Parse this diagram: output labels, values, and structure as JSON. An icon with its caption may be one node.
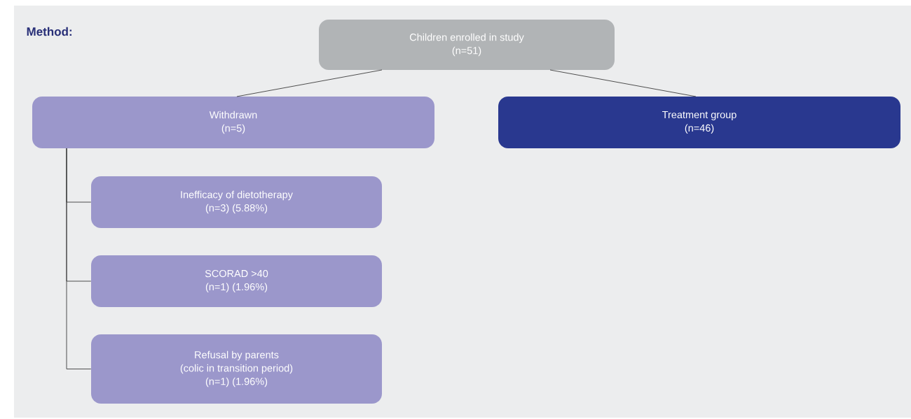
{
  "diagram": {
    "title": "Method:",
    "nodes": [
      {
        "text": [
          "Children enrolled in study",
          "(n=51)"
        ]
      },
      {
        "text": [
          "Withdrawn",
          "(n=5)"
        ]
      },
      {
        "text": [
          "Treatment group",
          "(n=46)"
        ]
      },
      {
        "text": [
          "Inefficacy of dietotherapy",
          "(n=3) (5.88%)"
        ]
      },
      {
        "text": [
          "SCORAD >40",
          "(n=1) (1.96%)"
        ]
      },
      {
        "text": [
          "Refusal by parents",
          "(colic in transition period)",
          "(n=1) (1.96%)"
        ]
      }
    ],
    "edges": [
      {
        "from": 0,
        "to": 1,
        "arrow": "none"
      },
      {
        "from": 0,
        "to": 2,
        "arrow": "none"
      },
      {
        "from": 1,
        "to": 3,
        "arrow": "none"
      },
      {
        "from": 1,
        "to": 4,
        "arrow": "none"
      },
      {
        "from": 1,
        "to": 5,
        "arrow": "none"
      }
    ]
  }
}
